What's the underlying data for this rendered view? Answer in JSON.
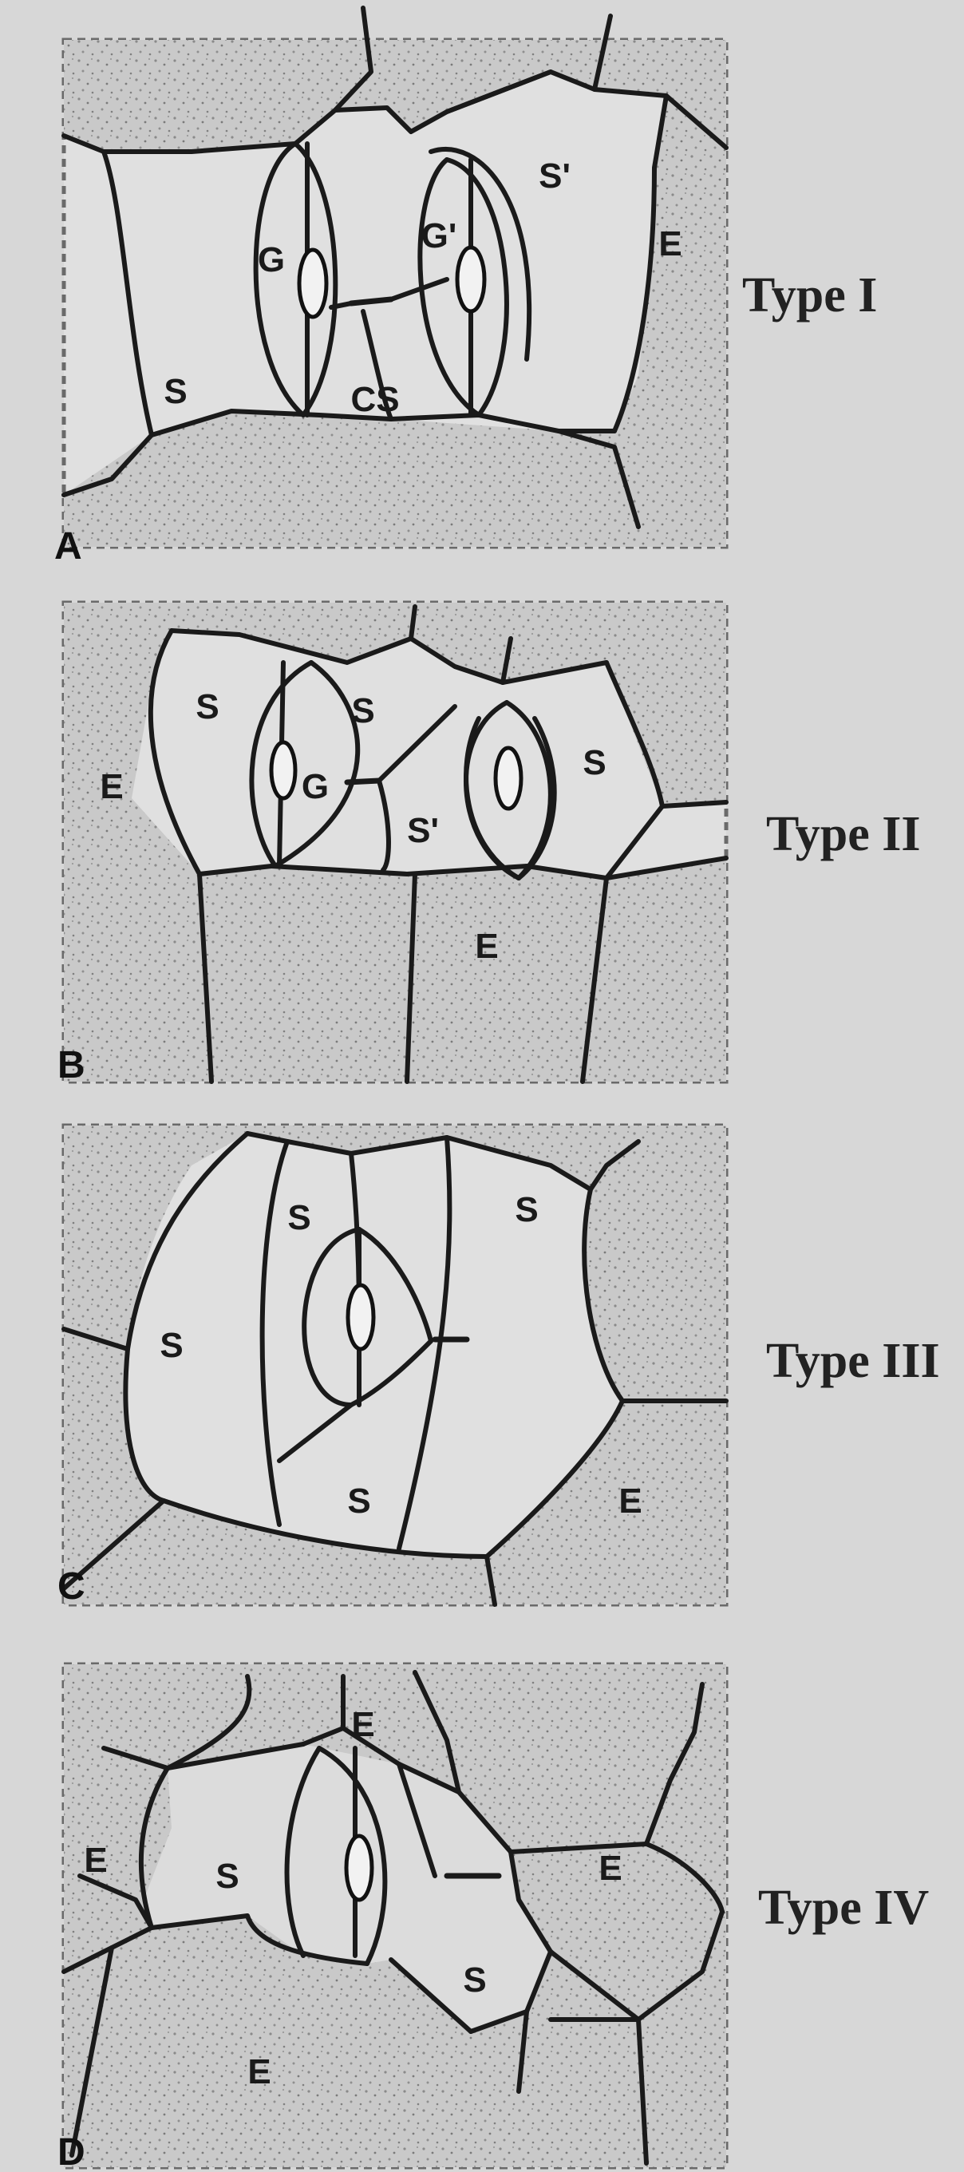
{
  "panels": [
    {
      "letter": "A",
      "type_label": "Type I",
      "cells": {
        "s_left": "S",
        "s_right": "S'",
        "g": "G",
        "g_prime": "G'",
        "cs": "CS",
        "e": "E"
      }
    },
    {
      "letter": "B",
      "type_label": "Type II",
      "cells": {
        "s_tl": "S",
        "s_tc": "S",
        "g": "G",
        "s_prime": "S'",
        "s_r": "S",
        "e_l": "E",
        "e_b": "E"
      }
    },
    {
      "letter": "C",
      "type_label": "Type III",
      "cells": {
        "s_tl": "S",
        "s_tr": "S",
        "s_l": "S",
        "s_b": "S",
        "e": "E"
      }
    },
    {
      "letter": "D",
      "type_label": "Type IV",
      "cells": {
        "e_t": "E",
        "e_l": "E",
        "s_l": "S",
        "e_r": "E",
        "s_b": "S",
        "e_b": "E"
      }
    }
  ]
}
